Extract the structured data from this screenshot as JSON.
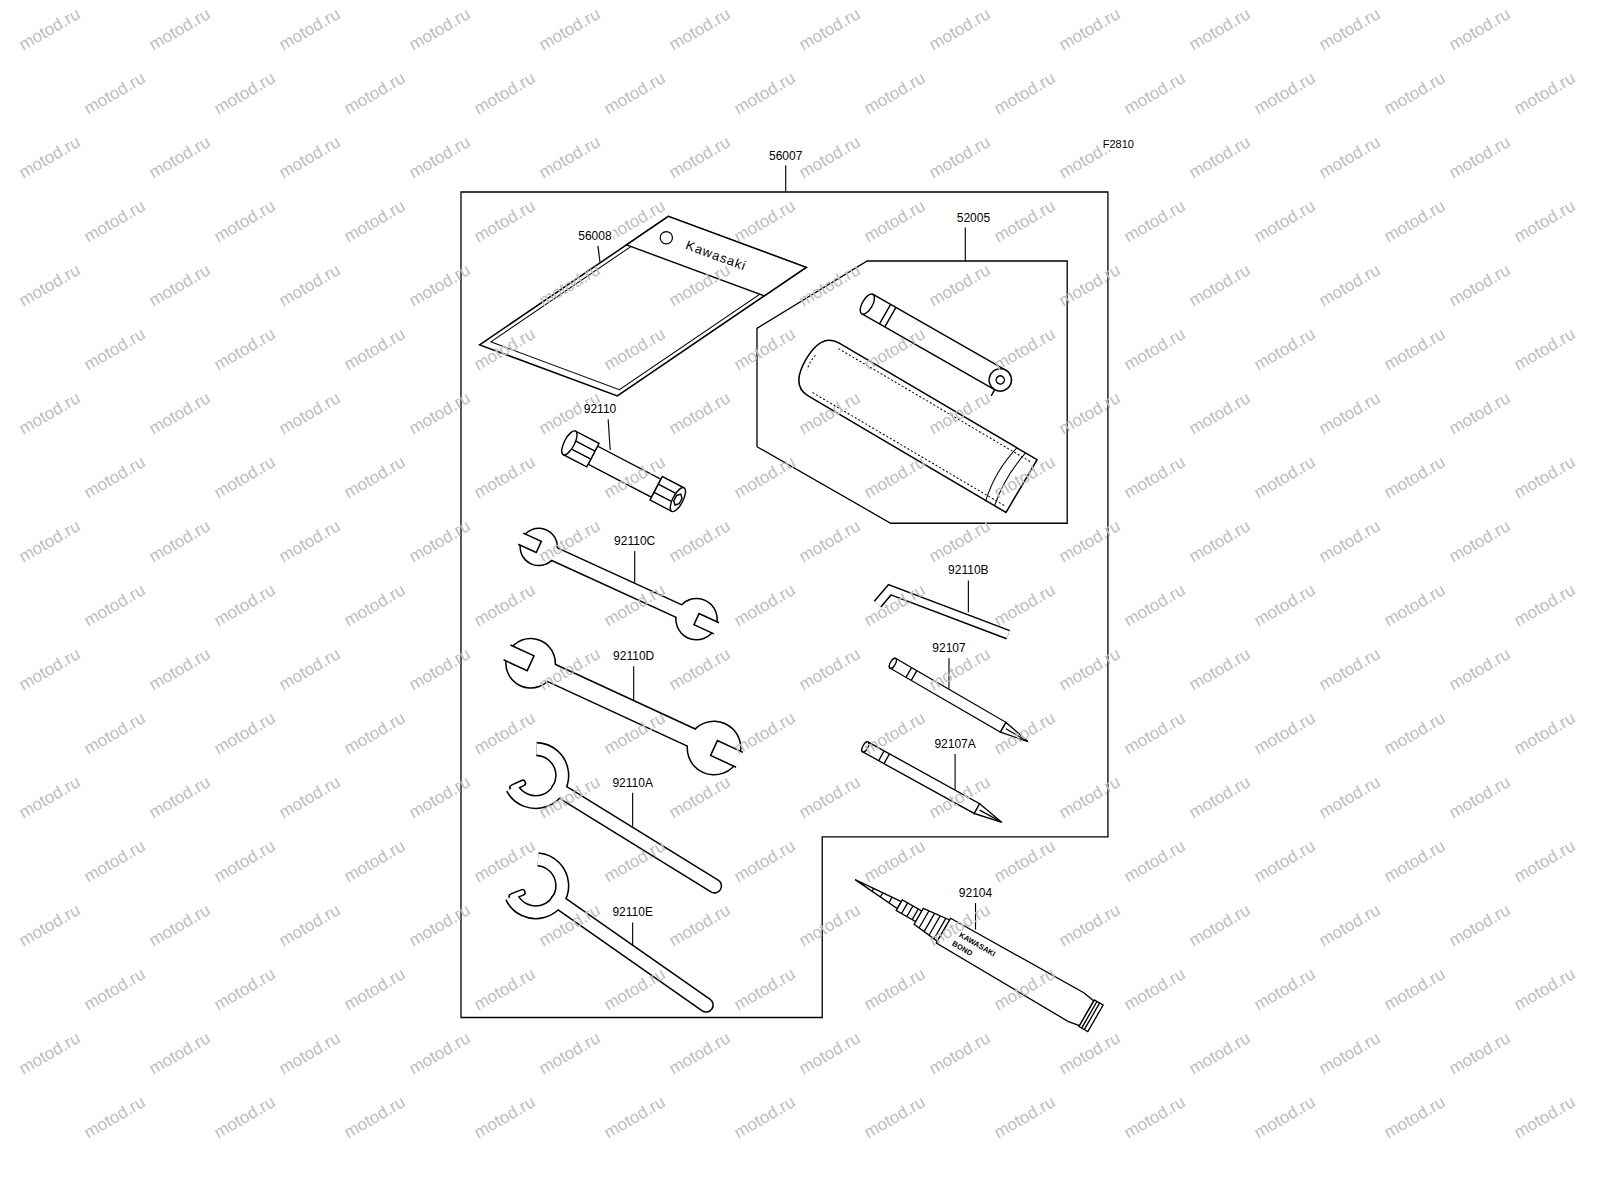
{
  "diagram": {
    "nodes": [
      {
        "text": [
          "56007"
        ]
      },
      {
        "text": [
          "52005"
        ],
        "in": 0
      }
    ],
    "labels": [
      "F2810",
      "56008",
      "Kawasaki",
      "92110",
      "92110C",
      "92110D",
      "92110A",
      "92110E",
      "92110B",
      "92107",
      "92107A",
      "92104",
      "KAWASAKI",
      "BOND",
      "motod.ru",
      "motod.ru",
      "motod.ru",
      "motod.ru",
      "motod.ru",
      "motod.ru",
      "motod.ru",
      "motod.ru",
      "motod.ru",
      "motod.ru",
      "motod.ru",
      "motod.ru",
      "motod.ru",
      "motod.ru",
      "motod.ru",
      "motod.ru",
      "motod.ru",
      "motod.ru",
      "motod.ru",
      "motod.ru",
      "motod.ru",
      "motod.ru",
      "motod.ru",
      "motod.ru",
      "motod.ru",
      "motod.ru",
      "motod.ru",
      "motod.ru",
      "motod.ru",
      "motod.ru",
      "motod.ru",
      "motod.ru",
      "motod.ru",
      "motod.ru",
      "motod.ru",
      "motod.ru",
      "motod.ru",
      "motod.ru",
      "motod.ru",
      "motod.ru",
      "motod.ru",
      "motod.ru",
      "motod.ru",
      "motod.ru",
      "motod.ru",
      "motod.ru",
      "motod.ru",
      "motod.ru",
      "motod.ru",
      "motod.ru",
      "motod.ru",
      "motod.ru",
      "motod.ru",
      "motod.ru",
      "motod.ru",
      "motod.ru",
      "motod.ru",
      "motod.ru",
      "motod.ru",
      "motod.ru",
      "motod.ru",
      "motod.ru",
      "motod.ru",
      "motod.ru",
      "motod.ru",
      "motod.ru",
      "motod.ru",
      "motod.ru",
      "motod.ru",
      "motod.ru",
      "motod.ru",
      "motod.ru",
      "motod.ru",
      "motod.ru",
      "motod.ru",
      "motod.ru",
      "motod.ru",
      "motod.ru",
      "motod.ru",
      "motod.ru",
      "motod.ru",
      "motod.ru",
      "motod.ru",
      "motod.ru",
      "motod.ru",
      "motod.ru",
      "motod.ru",
      "motod.ru",
      "motod.ru",
      "motod.ru",
      "motod.ru",
      "motod.ru",
      "motod.ru",
      "motod.ru",
      "motod.ru",
      "motod.ru",
      "motod.ru",
      "motod.ru",
      "motod.ru",
      "motod.ru",
      "motod.ru",
      "motod.ru",
      "motod.ru",
      "motod.ru",
      "motod.ru",
      "motod.ru",
      "motod.ru",
      "motod.ru",
      "motod.ru",
      "motod.ru",
      "motod.ru",
      "motod.ru",
      "motod.ru",
      "motod.ru",
      "motod.ru",
      "motod.ru",
      "motod.ru",
      "motod.ru",
      "motod.ru",
      "motod.ru",
      "motod.ru",
      "motod.ru",
      "motod.ru",
      "motod.ru",
      "motod.ru",
      "motod.ru",
      "motod.ru",
      "motod.ru",
      "motod.ru",
      "motod.ru",
      "motod.ru",
      "motod.ru",
      "motod.ru",
      "motod.ru",
      "motod.ru",
      "motod.ru",
      "motod.ru",
      "motod.ru",
      "motod.ru",
      "motod.ru",
      "motod.ru",
      "motod.ru",
      "motod.ru",
      "motod.ru",
      "motod.ru",
      "motod.ru",
      "motod.ru",
      "motod.ru",
      "motod.ru",
      "motod.ru",
      "motod.ru",
      "motod.ru",
      "motod.ru",
      "motod.ru",
      "motod.ru",
      "motod.ru",
      "motod.ru",
      "motod.ru",
      "motod.ru",
      "motod.ru",
      "motod.ru",
      "motod.ru",
      "motod.ru",
      "motod.ru",
      "motod.ru",
      "motod.ru",
      "motod.ru",
      "motod.ru",
      "motod.ru",
      "motod.ru",
      "motod.ru",
      "motod.ru",
      "motod.ru",
      "motod.ru",
      "motod.ru",
      "motod.ru",
      "motod.ru",
      "motod.ru",
      "motod.ru",
      "motod.ru",
      "motod.ru",
      "motod.ru",
      "motod.ru",
      "motod.ru",
      "motod.ru",
      "motod.ru",
      "motod.ru",
      "motod.ru",
      "motod.ru",
      "motod.ru",
      "motod.ru",
      "motod.ru",
      "motod.ru",
      "motod.ru",
      "motod.ru",
      "motod.ru",
      "motod.ru",
      "motod.ru",
      "motod.ru",
      "motod.ru",
      "motod.ru",
      "motod.ru",
      "motod.ru",
      "motod.ru",
      "motod.ru",
      "motod.ru",
      "motod.ru",
      "motod.ru",
      "motod.ru",
      "motod.ru",
      "motod.ru",
      "motod.ru",
      "motod.ru",
      "motod.ru",
      "motod.ru",
      "motod.ru"
    ]
  }
}
